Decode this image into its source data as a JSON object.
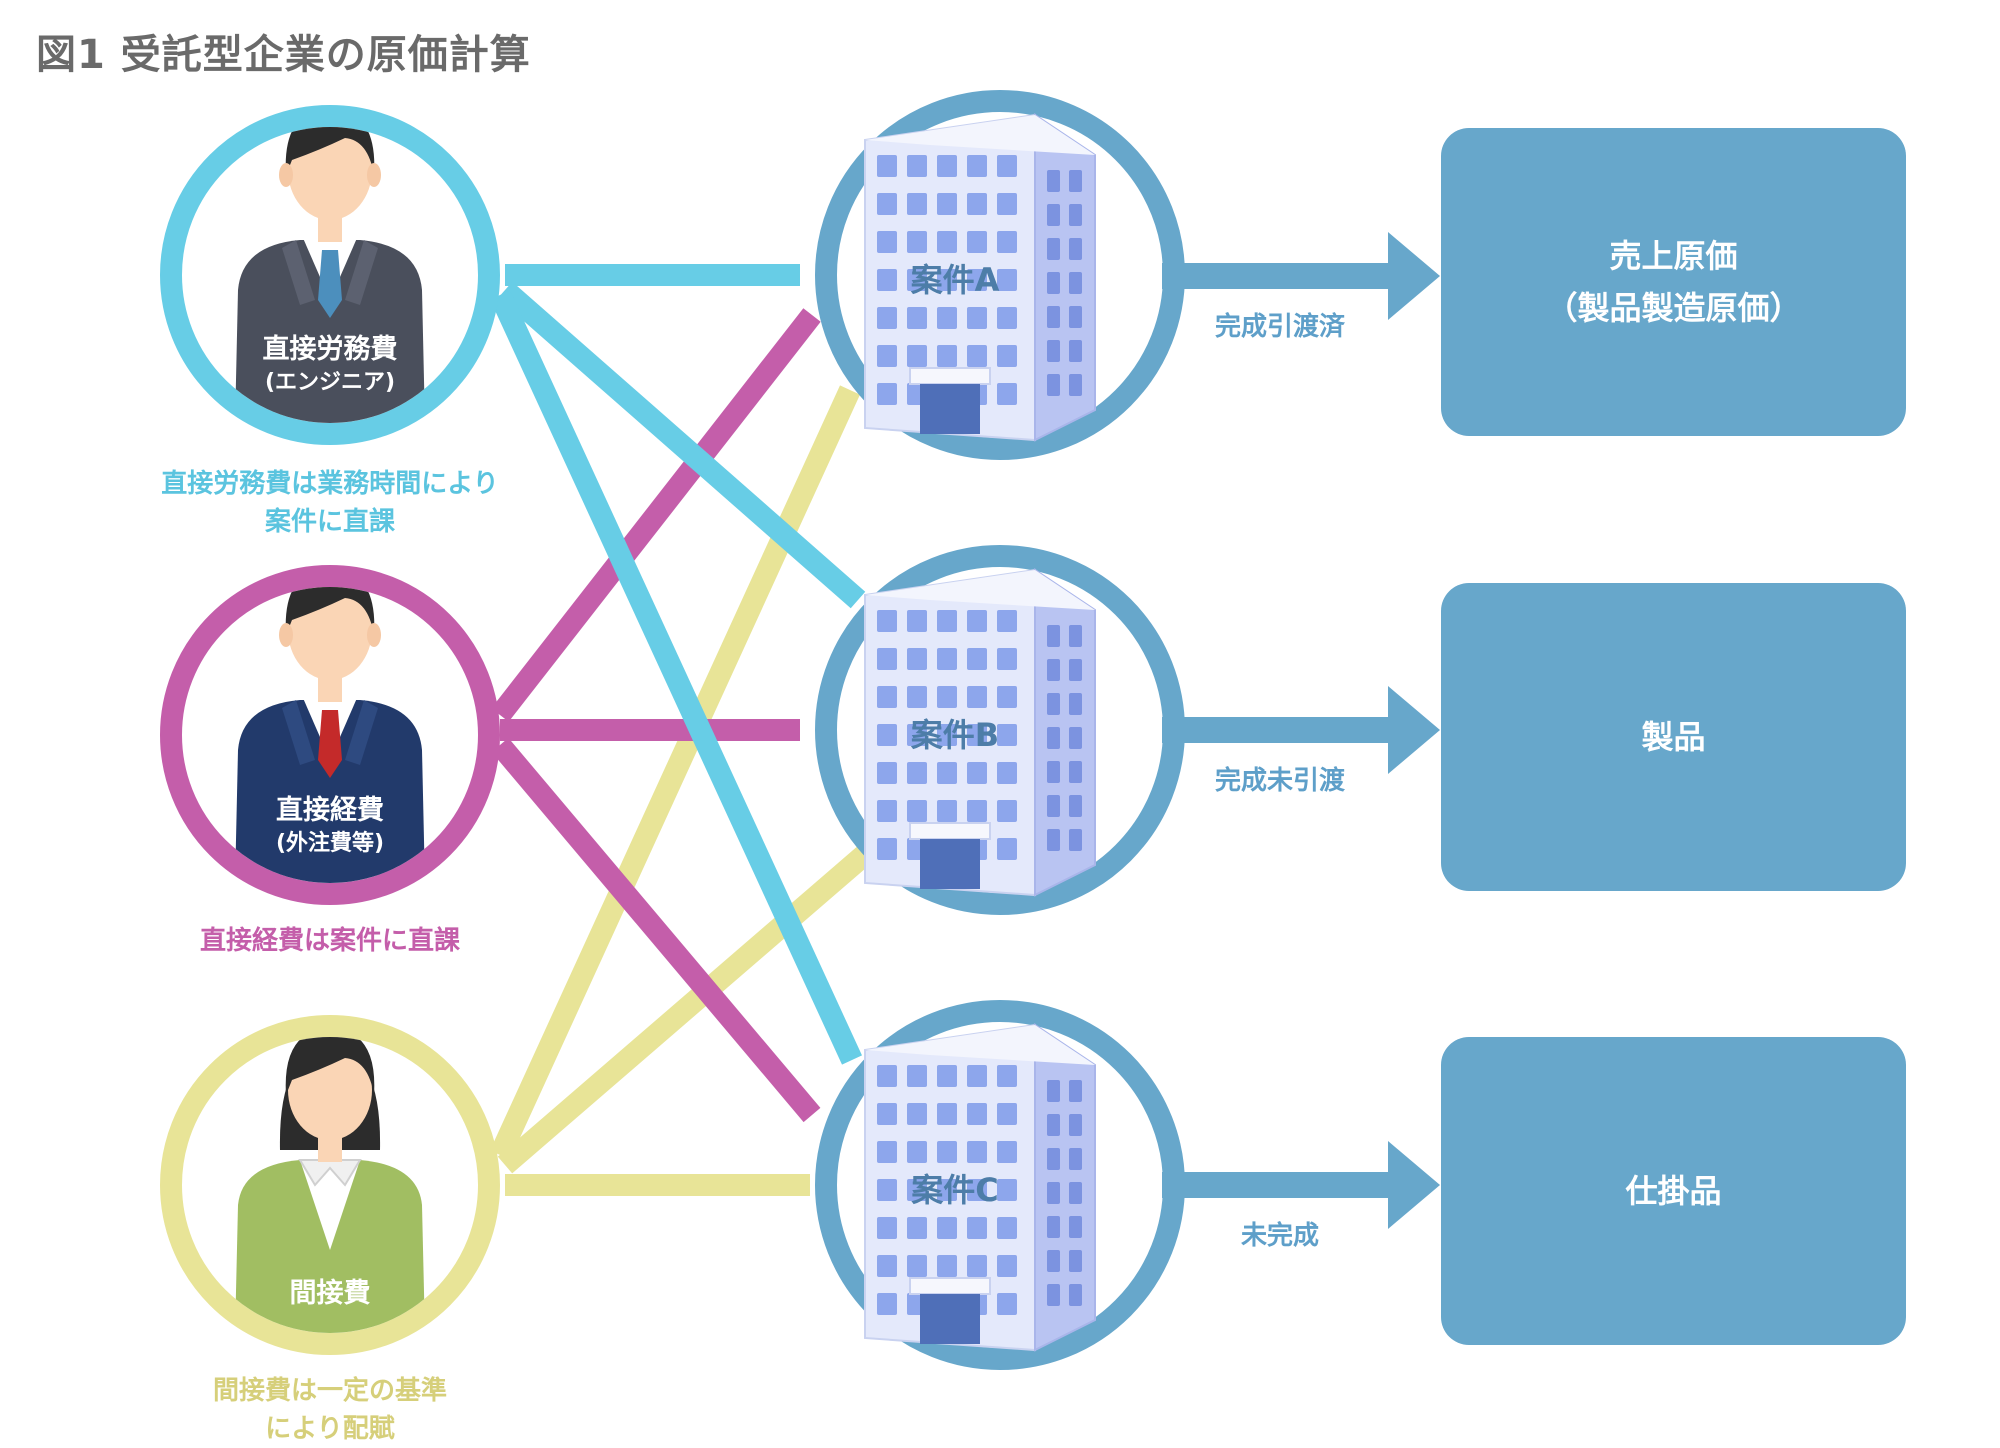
{
  "title": "図1 受託型企業の原価計算",
  "colors": {
    "labor": "#67cde6",
    "expense": "#c45eaa",
    "overhead": "#e8e497",
    "case": "#67a7cb",
    "box": "#67a7cb"
  },
  "people": [
    {
      "line1": "直接労務費",
      "line2": "(エンジニア)",
      "icon": "engineer-person-icon"
    },
    {
      "line1": "直接経費",
      "line2": "(外注費等)",
      "icon": "business-person-icon"
    },
    {
      "line1": "間接費",
      "line2": "",
      "icon": "staff-person-icon"
    }
  ],
  "captions": [
    {
      "lines": [
        "直接労務費は業務時間により",
        "案件に直課"
      ],
      "color": "#5bc4df"
    },
    {
      "lines": [
        "直接経費は案件に直課"
      ],
      "color": "#c45eaa"
    },
    {
      "lines": [
        "間接費は一定の基準",
        "により配賦"
      ],
      "color": "#d6cf7a"
    }
  ],
  "cases": [
    {
      "label": "案件A",
      "icon": "office-building-icon"
    },
    {
      "label": "案件B",
      "icon": "office-building-icon"
    },
    {
      "label": "案件C",
      "icon": "office-building-icon"
    }
  ],
  "arrows": [
    {
      "label": "完成引渡済"
    },
    {
      "label": "完成未引渡"
    },
    {
      "label": "未完成"
    }
  ],
  "outputs": [
    {
      "line1": "売上原価",
      "line2": "（製品製造原価）"
    },
    {
      "line1": "製品",
      "line2": ""
    },
    {
      "line1": "仕掛品",
      "line2": ""
    }
  ]
}
